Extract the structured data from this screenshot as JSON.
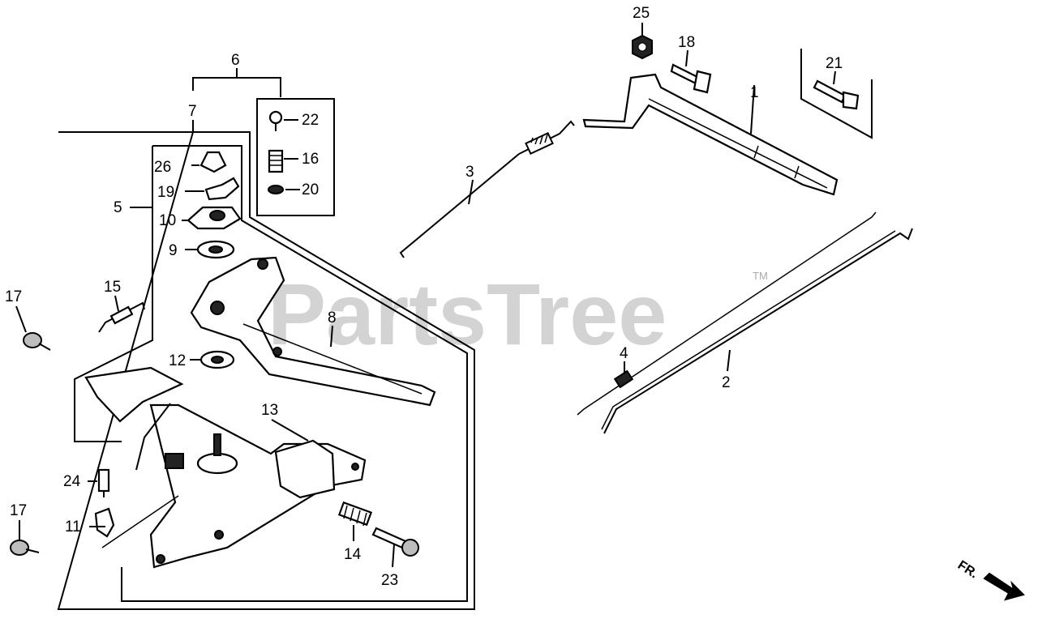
{
  "watermark": {
    "brand": "PartsTree",
    "tm": "TM"
  },
  "direction": {
    "label": "FR."
  },
  "callouts": [
    {
      "id": "c1",
      "text": "1"
    },
    {
      "id": "c2",
      "text": "2"
    },
    {
      "id": "c3",
      "text": "3"
    },
    {
      "id": "c4",
      "text": "4"
    },
    {
      "id": "c5",
      "text": "5"
    },
    {
      "id": "c6",
      "text": "6"
    },
    {
      "id": "c7",
      "text": "7"
    },
    {
      "id": "c8",
      "text": "8"
    },
    {
      "id": "c9",
      "text": "9"
    },
    {
      "id": "c10",
      "text": "10"
    },
    {
      "id": "c11",
      "text": "11"
    },
    {
      "id": "c12",
      "text": "12"
    },
    {
      "id": "c13",
      "text": "13"
    },
    {
      "id": "c14",
      "text": "14"
    },
    {
      "id": "c15",
      "text": "15"
    },
    {
      "id": "c16",
      "text": "16"
    },
    {
      "id": "c17a",
      "text": "17"
    },
    {
      "id": "c17b",
      "text": "17"
    },
    {
      "id": "c18",
      "text": "18"
    },
    {
      "id": "c19",
      "text": "19"
    },
    {
      "id": "c20",
      "text": "20"
    },
    {
      "id": "c21",
      "text": "21"
    },
    {
      "id": "c22",
      "text": "22"
    },
    {
      "id": "c23",
      "text": "23"
    },
    {
      "id": "c24",
      "text": "24"
    },
    {
      "id": "c25",
      "text": "25"
    },
    {
      "id": "c26",
      "text": "26"
    }
  ]
}
